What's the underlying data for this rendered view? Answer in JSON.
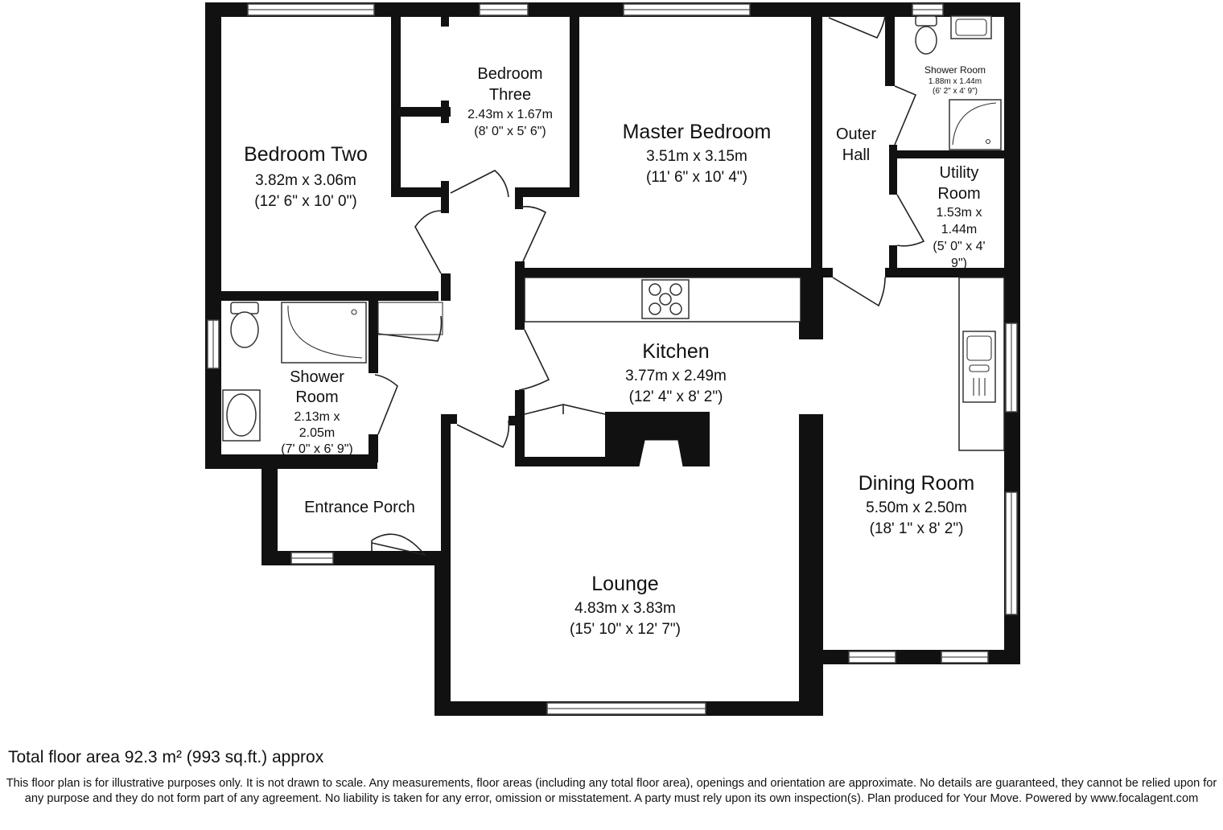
{
  "rooms": {
    "bedroom_two": {
      "name": "Bedroom Two",
      "metric": "3.82m x 3.06m",
      "imperial": "(12' 6\" x 10' 0\")"
    },
    "bedroom_three": {
      "name_1": "Bedroom",
      "name_2": "Three",
      "metric": "2.43m x 1.67m",
      "imperial": "(8' 0\" x 5' 6\")"
    },
    "master_bedroom": {
      "name": "Master Bedroom",
      "metric": "3.51m x 3.15m",
      "imperial": "(11' 6\" x 10' 4\")"
    },
    "outer_hall": {
      "name_1": "Outer",
      "name_2": "Hall"
    },
    "shower_room_small": {
      "name": "Shower Room",
      "metric": "1.88m x 1.44m",
      "imperial": "(6' 2\" x 4' 9\")"
    },
    "utility_room": {
      "name_1": "Utility",
      "name_2": "Room",
      "metric_1": "1.53m x",
      "metric_2": "1.44m",
      "imperial_1": "(5' 0\" x 4'",
      "imperial_2": "9\")"
    },
    "kitchen": {
      "name": "Kitchen",
      "metric": "3.77m x 2.49m",
      "imperial": "(12' 4\" x 8' 2\")"
    },
    "shower_room": {
      "name_1": "Shower",
      "name_2": "Room",
      "metric_1": "2.13m x",
      "metric_2": "2.05m",
      "imperial": "(7' 0\" x 6' 9\")"
    },
    "entrance_porch": {
      "name": "Entrance Porch"
    },
    "dining_room": {
      "name": "Dining Room",
      "metric": "5.50m x 2.50m",
      "imperial": "(18' 1\" x 8' 2\")"
    },
    "lounge": {
      "name": "Lounge",
      "metric": "4.83m x 3.83m",
      "imperial": "(15' 10\" x 12' 7\")"
    }
  },
  "footer": {
    "total_area": "Total floor area 92.3 m² (993 sq.ft.) approx",
    "disclaimer": "This floor plan is for illustrative purposes only. It is not drawn to scale. Any measurements, floor areas (including any total floor area), openings and orientation are approximate. No details are guaranteed, they cannot be relied upon for any purpose and they do not form part of any agreement. No liability is taken for any error, omission or misstatement. A party must rely upon its own inspection(s).  Plan produced for Your Move. Powered by www.focalagent.com"
  },
  "colors": {
    "wall": "#111111",
    "background": "#ffffff"
  }
}
